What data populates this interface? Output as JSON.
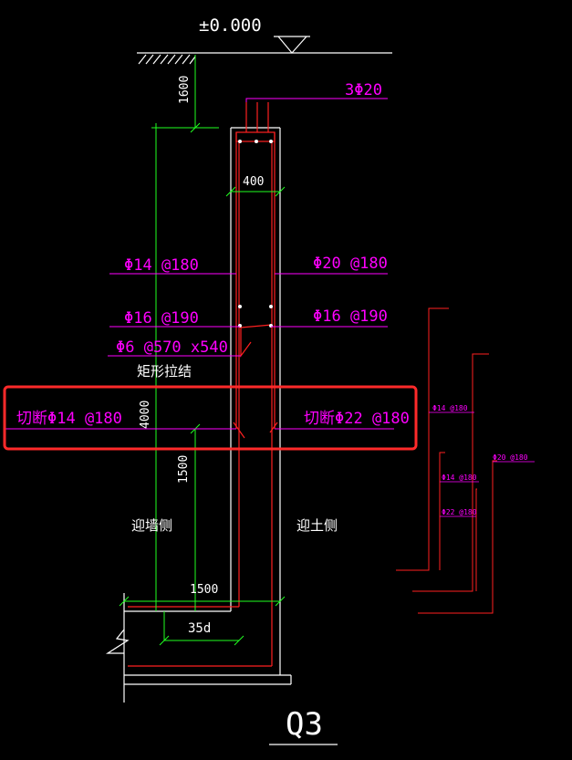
{
  "colors": {
    "background": "#000000",
    "white": "#ffffff",
    "red": "#ff2020",
    "green": "#20ff20",
    "magenta": "#ff00ff",
    "highlight": "#ff2a2a"
  },
  "labels": {
    "elevation": "±0.000",
    "top_bars": "3Φ20",
    "dim_1600": "1600",
    "dim_400": "400",
    "left_bar_1": "Φ14 @180",
    "right_bar_1": "Φ20 @180",
    "left_bar_2": "Φ16 @190",
    "right_bar_2": "Φ16 @190",
    "tie_spec": "Φ6 @570 x540",
    "tie_note": "矩形拉结",
    "cut_left": "切断Φ14 @180",
    "cut_right": "切断Φ22 @180",
    "dim_4000": "4000",
    "dim_1500_v": "1500",
    "side_left": "迎墙侧",
    "side_right": "迎土侧",
    "dim_1500_h": "1500",
    "dim_35d": "35d",
    "title": "Q3",
    "mini_1": "Φ14 @180",
    "mini_2": "Φ20 @180",
    "mini_3": "Φ14 @180",
    "mini_4": "Φ22 @180"
  }
}
